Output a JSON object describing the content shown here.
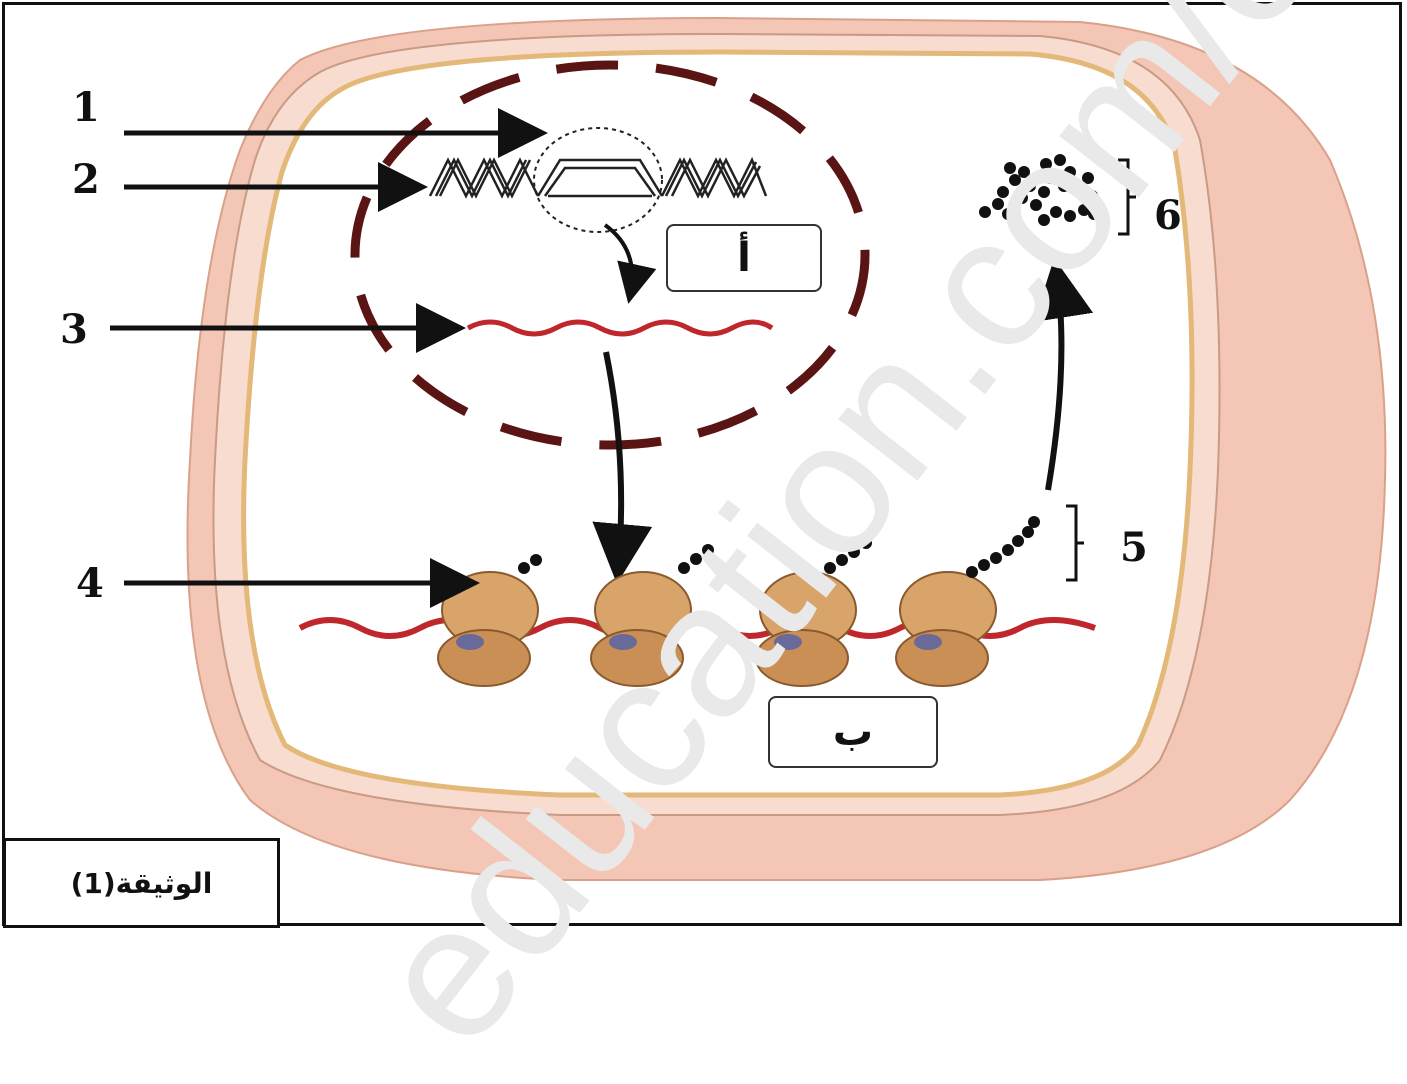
{
  "labels": {
    "l1": "1",
    "l2": "2",
    "l3": "3",
    "l4": "4",
    "l5": "5",
    "l6": "6"
  },
  "boxes": {
    "a": "أ",
    "b": "ب"
  },
  "caption": "الوثيقة(1)",
  "watermark": "education.com/ex",
  "colors": {
    "cell_outer": "#f4c6b5",
    "cell_wall": "#f7d9cd",
    "membrane": "#e9c08a",
    "nucleus_dash": "#5a1414",
    "mrna": "#c0272d",
    "ribosome": "#d9a46a",
    "ribosome_shadow": "#b97d44",
    "amino_acid": "#111111"
  }
}
